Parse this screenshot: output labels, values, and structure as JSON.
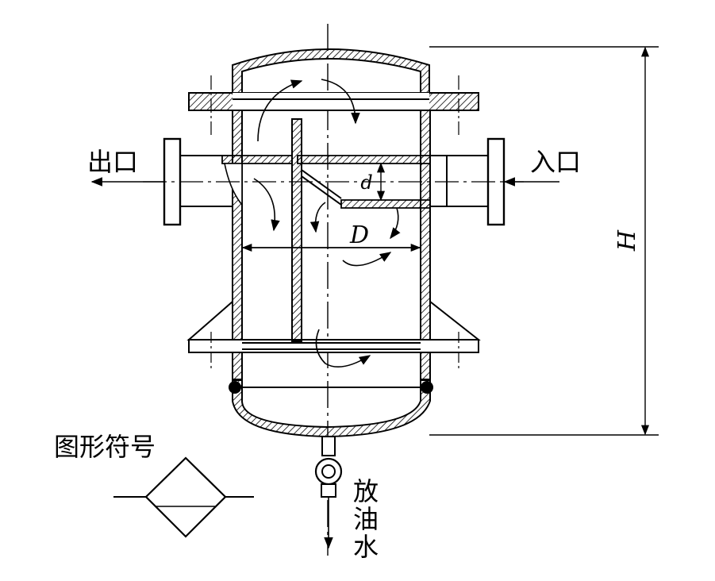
{
  "labels": {
    "outlet": "出口",
    "inlet": "入口",
    "diameter_D": "D",
    "diameter_d": "d",
    "height_H": "H",
    "symbol_title": "图形符号",
    "drain": [
      "放",
      "油",
      "水"
    ]
  },
  "colors": {
    "line": "#000000",
    "background": "#ffffff"
  }
}
